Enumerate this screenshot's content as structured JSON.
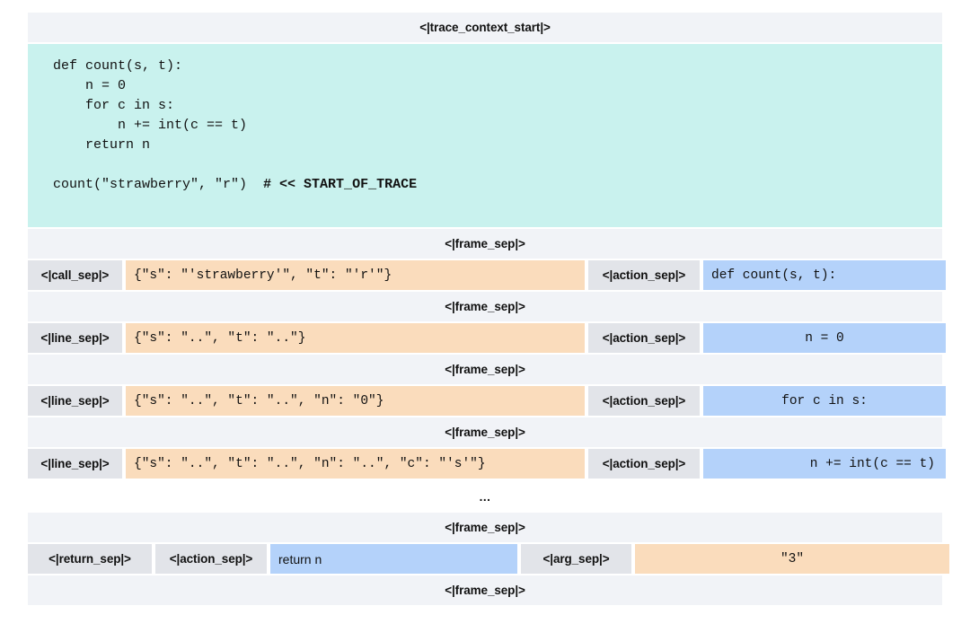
{
  "tokens": {
    "trace_context_start": "<|trace_context_start|>",
    "frame_sep": "<|frame_sep|>",
    "call_sep": "<|call_sep|>",
    "line_sep": "<|line_sep|>",
    "action_sep": "<|action_sep|>",
    "return_sep": "<|return_sep|>",
    "arg_sep": "<|arg_sep|>",
    "ellipsis": "..."
  },
  "colors": {
    "context_bg": "#c9f2ee",
    "args_bg": "#fadcbc",
    "action_bg": "#b4d2fa",
    "token_bg": "#e2e4e9",
    "sep_band_bg": "#f1f3f7",
    "page_bg": "#ffffff",
    "text": "#111111"
  },
  "context": {
    "header_token": "<|trace_context_start|>",
    "code_lines": [
      "def count(s, t):",
      "    n = 0",
      "    for c in s:",
      "        n += int(c == t)",
      "    return n",
      "",
      "count(\"strawberry\", \"r\")  ",
      ""
    ],
    "call_line_plain": "count(\"strawberry\", \"r\")  ",
    "call_line_comment": "# << START_OF_TRACE"
  },
  "trace_rows": [
    {
      "frame_sep": "<|frame_sep|>",
      "sep_token": "<|call_sep|>",
      "args": "{\"s\": \"'strawberry'\", \"t\": \"'r'\"}",
      "args_align": "left",
      "action_sep": "<|action_sep|>",
      "action": "def count(s, t):",
      "action_align": "left"
    },
    {
      "frame_sep": "<|frame_sep|>",
      "sep_token": "<|line_sep|>",
      "args": "{\"s\": \"..\", \"t\": \"..\"}",
      "args_align": "left",
      "action_sep": "<|action_sep|>",
      "action": "n = 0",
      "action_align": "center"
    },
    {
      "frame_sep": "<|frame_sep|>",
      "sep_token": "<|line_sep|>",
      "args": "{\"s\": \"..\", \"t\": \"..\", \"n\": \"0\"}",
      "args_align": "left",
      "action_sep": "<|action_sep|>",
      "action": "for c in s:",
      "action_align": "center"
    },
    {
      "frame_sep": "<|frame_sep|>",
      "sep_token": "<|line_sep|>",
      "args": "{\"s\": \"..\", \"t\": \"..\", \"n\": \"..\", \"c\": \"'s'\"}",
      "args_align": "left",
      "action_sep": "<|action_sep|>",
      "action": "n += int(c == t)",
      "action_align": "right"
    }
  ],
  "gap": {
    "ellipsis": "..."
  },
  "return_row": {
    "frame_sep_above": "<|frame_sep|>",
    "return_sep": "<|return_sep|>",
    "action_sep": "<|action_sep|>",
    "action": "return n",
    "arg_sep": "<|arg_sep|>",
    "return_value": "\"3\"",
    "frame_sep_below": "<|frame_sep|>"
  }
}
